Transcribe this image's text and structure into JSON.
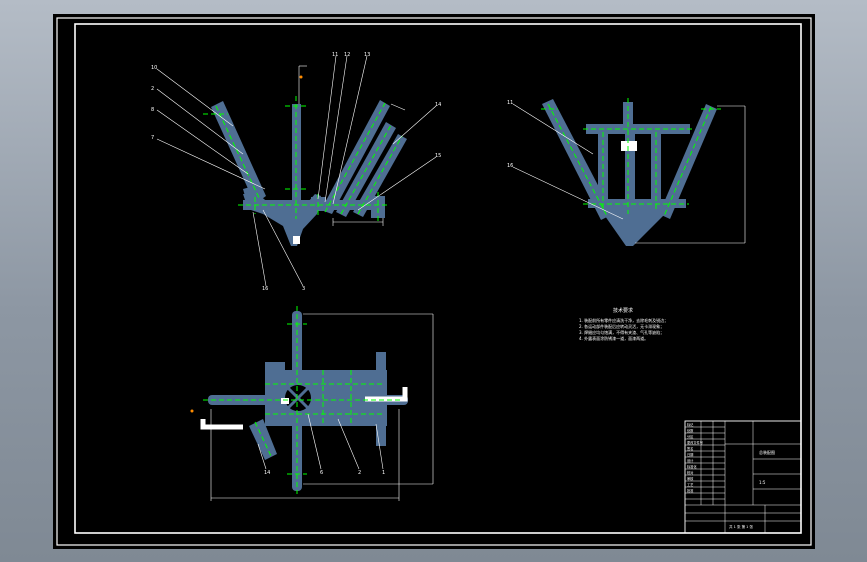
{
  "colors": {
    "background": "#8e98a4",
    "sheet": "#000000",
    "frame": "#ffffff",
    "part": "#4f6e93",
    "centerline": "#00ff00",
    "leader": "#ffffff",
    "dimension": "#ffffff",
    "marker": "#ff8c00"
  },
  "callouts": {
    "front": [
      "10",
      "2",
      "8",
      "7",
      "11",
      "12",
      "13",
      "14",
      "15",
      "16",
      "3"
    ],
    "side": [
      "11",
      "16"
    ],
    "plan": [
      "14",
      "6",
      "2",
      "1"
    ]
  },
  "notes": {
    "heading": "技术要求",
    "lines": [
      "1. 装配前所有零件应清洗干净，去除毛刺及锐边；",
      "2. 各运动部件装配后应转动灵活，无卡滞现象；",
      "3. 焊缝应均匀饱满，不得有夹渣、气孔等缺陷；",
      "4. 外露表面涂防锈漆一道，面漆两道。"
    ]
  },
  "title_block": {
    "rows_left": [
      "标记",
      "处数",
      "分区",
      "更改文件号",
      "签名",
      "日期",
      "设计",
      "标准化",
      "校对",
      "审核",
      "工艺",
      "批准"
    ],
    "drawing_name": "总装配图",
    "material": "",
    "scale": "1:5",
    "sheet": "共 1 张 第 1 张"
  }
}
